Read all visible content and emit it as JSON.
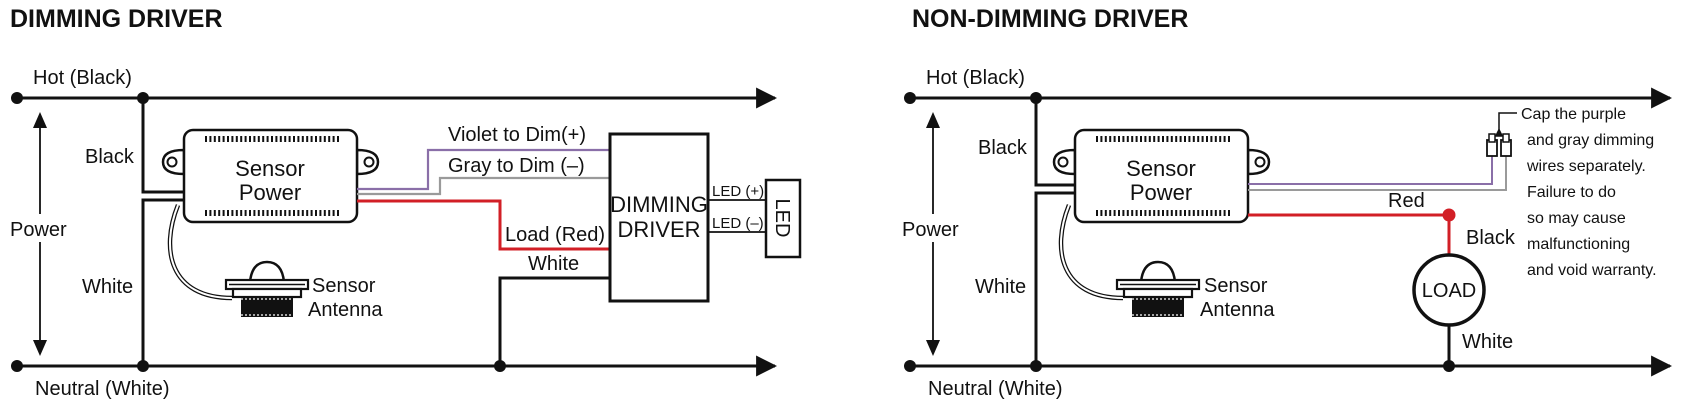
{
  "colors": {
    "red_wire": "#d21f26",
    "violet_wire": "#8a6fa8",
    "gray_wire": "#9a9a9a",
    "line": "#111111"
  },
  "dimming": {
    "title": "DIMMING DRIVER",
    "hot": "Hot (Black)",
    "neutral": "Neutral (White)",
    "power": "Power",
    "black": "Black",
    "white": "White",
    "sensor_power_line1": "Sensor",
    "sensor_power_line2": "Power",
    "sensor_antenna_line1": "Sensor",
    "sensor_antenna_line2": "Antenna",
    "violet": "Violet to Dim(+)",
    "gray": "Gray to Dim (–)",
    "load_red": "Load (Red)",
    "driver_white": "White",
    "driver_line1": "DIMMING",
    "driver_line2": "DRIVER",
    "led_plus": "LED (+)",
    "led_minus": "LED (–)",
    "led": "LED"
  },
  "non_dimming": {
    "title": "NON-DIMMING DRIVER",
    "hot": "Hot (Black)",
    "neutral": "Neutral (White)",
    "power": "Power",
    "black": "Black",
    "white": "White",
    "sensor_power_line1": "Sensor",
    "sensor_power_line2": "Power",
    "sensor_antenna_line1": "Sensor",
    "sensor_antenna_line2": "Antenna",
    "red": "Red",
    "load_black": "Black",
    "load": "LOAD",
    "load_white": "White",
    "note": [
      "Cap the purple",
      "and gray dimming",
      "wires separately.",
      "Failure to do",
      "so may cause",
      "malfunctioning",
      "and void warranty."
    ]
  }
}
